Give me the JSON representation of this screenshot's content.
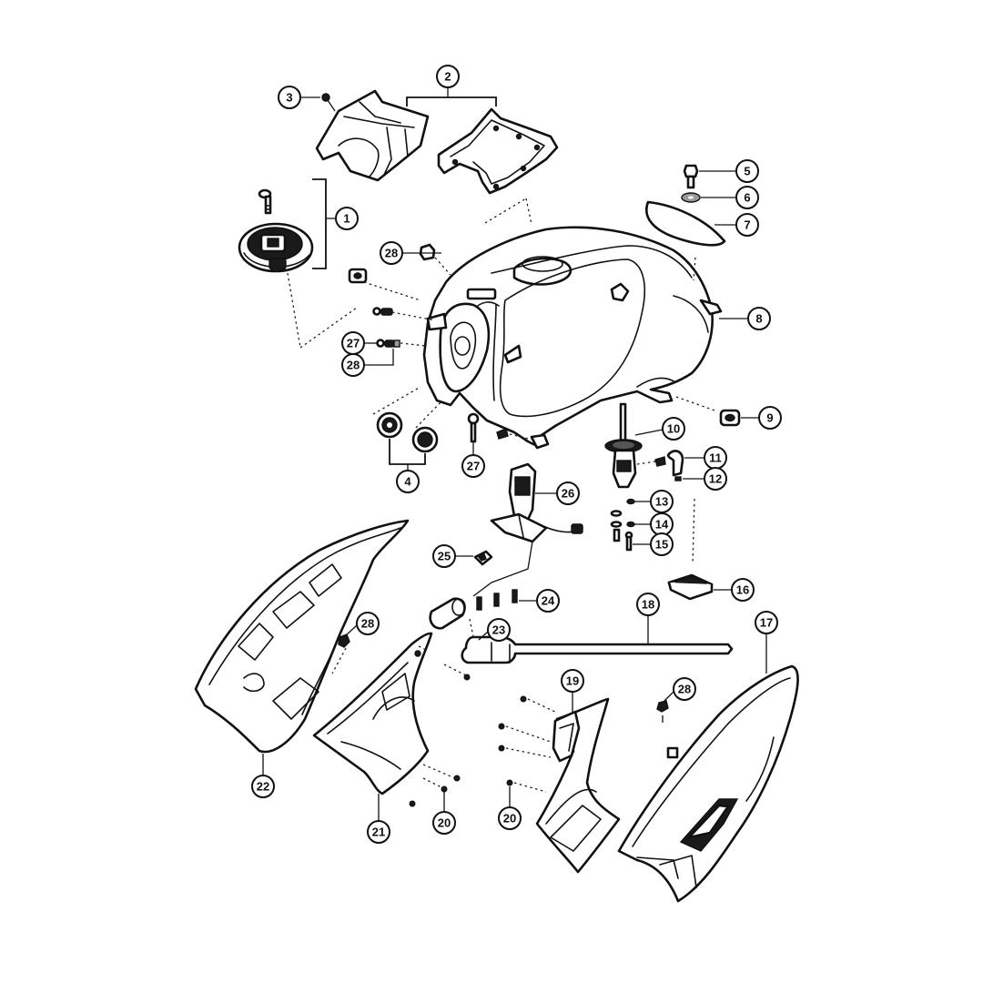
{
  "callouts": [
    {
      "id": "1",
      "label": "1"
    },
    {
      "id": "2",
      "label": "2"
    },
    {
      "id": "3",
      "label": "3"
    },
    {
      "id": "4",
      "label": "4"
    },
    {
      "id": "5",
      "label": "5"
    },
    {
      "id": "6",
      "label": "6"
    },
    {
      "id": "7",
      "label": "7"
    },
    {
      "id": "8",
      "label": "8"
    },
    {
      "id": "9",
      "label": "9"
    },
    {
      "id": "10",
      "label": "10"
    },
    {
      "id": "11",
      "label": "11"
    },
    {
      "id": "12",
      "label": "12"
    },
    {
      "id": "13",
      "label": "13"
    },
    {
      "id": "14",
      "label": "14"
    },
    {
      "id": "15",
      "label": "15"
    },
    {
      "id": "16",
      "label": "16"
    },
    {
      "id": "17",
      "label": "17"
    },
    {
      "id": "18",
      "label": "18"
    },
    {
      "id": "19",
      "label": "19"
    },
    {
      "id": "20a",
      "label": "20"
    },
    {
      "id": "20b",
      "label": "20"
    },
    {
      "id": "21",
      "label": "21"
    },
    {
      "id": "22",
      "label": "22"
    },
    {
      "id": "23",
      "label": "23"
    },
    {
      "id": "24",
      "label": "24"
    },
    {
      "id": "25",
      "label": "25"
    },
    {
      "id": "26",
      "label": "26"
    },
    {
      "id": "27a",
      "label": "27"
    },
    {
      "id": "27b",
      "label": "27"
    },
    {
      "id": "28a",
      "label": "28"
    },
    {
      "id": "28b",
      "label": "28"
    },
    {
      "id": "28c",
      "label": "28"
    },
    {
      "id": "28d",
      "label": "28"
    }
  ]
}
